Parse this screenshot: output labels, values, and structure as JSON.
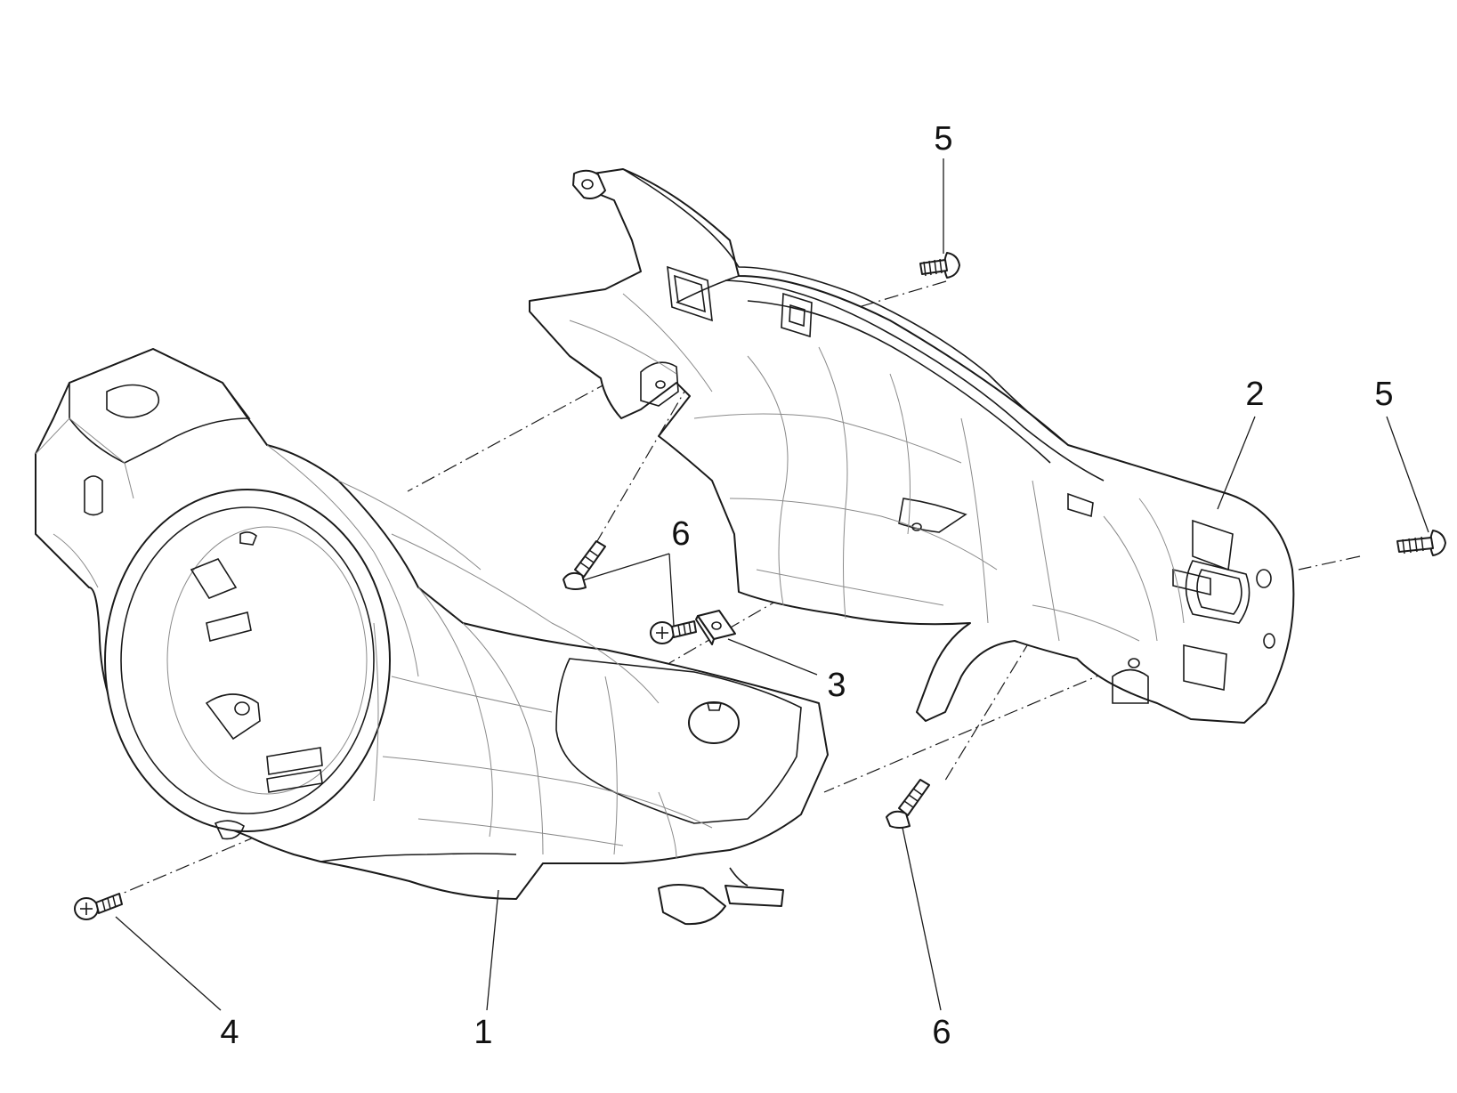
{
  "callouts": {
    "part_1": "1",
    "part_2": "2",
    "part_3": "3",
    "part_4": "4",
    "part_5_top": "5",
    "part_5_right": "5",
    "part_6_left": "6",
    "part_6_bottom": "6"
  }
}
